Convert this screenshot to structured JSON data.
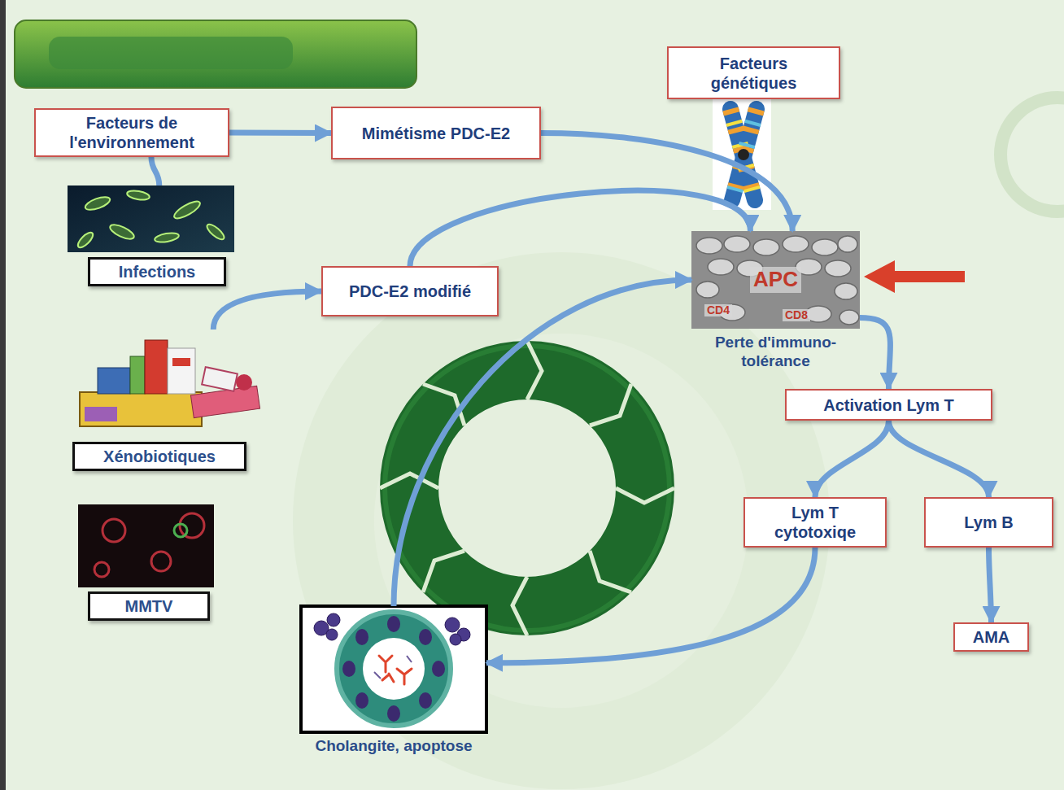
{
  "diagram": {
    "nodes": [
      {
        "text": [
          "Facteurs de l'environnement"
        ]
      },
      {
        "text": [
          "Mimétisme PDC-E2"
        ]
      },
      {
        "text": [
          "Facteurs génétiques"
        ]
      },
      {
        "text": [
          "Infections"
        ]
      },
      {
        "text": [
          "PDC-E2 modifié"
        ]
      },
      {
        "text": [
          "APC",
          "Perte d'immuno-tolérance"
        ]
      },
      {
        "text": [
          "Activation Lym T"
        ]
      },
      {
        "text": [
          "Xénobiotiques"
        ]
      },
      {
        "text": [
          "Lym T cytotoxiqe"
        ]
      },
      {
        "text": [
          "Lym B"
        ]
      },
      {
        "text": [
          "MMTV"
        ]
      },
      {
        "text": [
          "AMA"
        ]
      },
      {
        "text": [
          "Cholangite, apoptose"
        ]
      }
    ],
    "edges": [
      {
        "from": 3,
        "to": 0,
        "arrow": "none"
      },
      {
        "from": 0,
        "to": 1,
        "arrow": "to"
      },
      {
        "from": 1,
        "to": 5,
        "arrow": "to"
      },
      {
        "from": 7,
        "to": 4,
        "arrow": "to"
      },
      {
        "from": 4,
        "to": 5,
        "arrow": "to"
      },
      {
        "from": 12,
        "to": 5,
        "arrow": "to"
      },
      {
        "from": 5,
        "to": 6,
        "arrow": "to"
      },
      {
        "from": 6,
        "to": 8,
        "arrow": "to"
      },
      {
        "from": 6,
        "to": 9,
        "arrow": "to"
      },
      {
        "from": 9,
        "to": 11,
        "arrow": "to"
      },
      {
        "from": 8,
        "to": 12,
        "arrow": "to"
      }
    ],
    "labels": [
      "CD4",
      "CD8"
    ]
  }
}
